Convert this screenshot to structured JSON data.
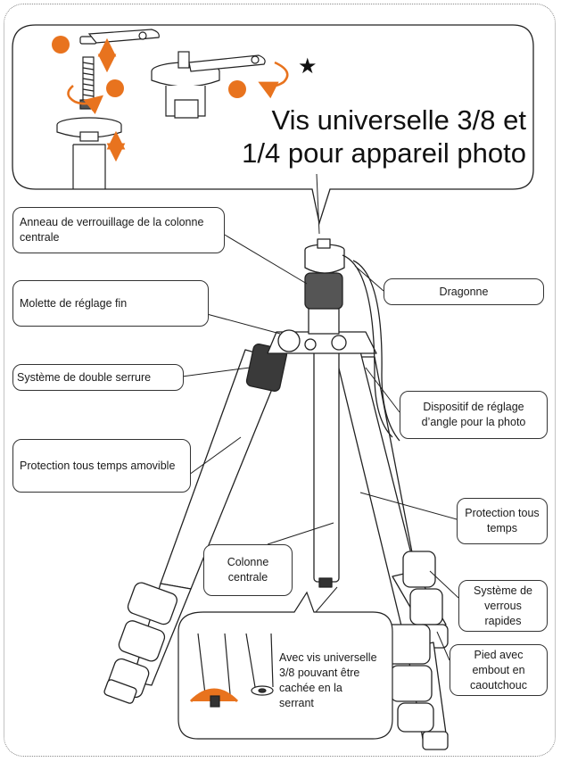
{
  "title": {
    "line1": "Vis universelle 3/8 et",
    "line2": "1/4 pour appareil photo"
  },
  "labels": {
    "lock_ring": "Anneau de verrouillage de la colonne centrale",
    "fine_knob": "Molette de réglage fin",
    "double_lock": "Système de double serrure",
    "removable_protection": "Protection tous temps amovible",
    "center_column": "Colonne centrale",
    "hidden_screw": "Avec vis universelle 3/8 pouvant être cachée en la serrant",
    "strap": "Dragonne",
    "angle_device": "Dispositif de réglage d’angle pour la photo",
    "all_weather": "Protection tous temps",
    "quick_locks": "Système de verrous rapides",
    "rubber_foot": "Pied avec embout en caoutchouc"
  },
  "symbols": {
    "star": "★"
  },
  "colors": {
    "accent": "#E8731E",
    "line": "#222222"
  }
}
